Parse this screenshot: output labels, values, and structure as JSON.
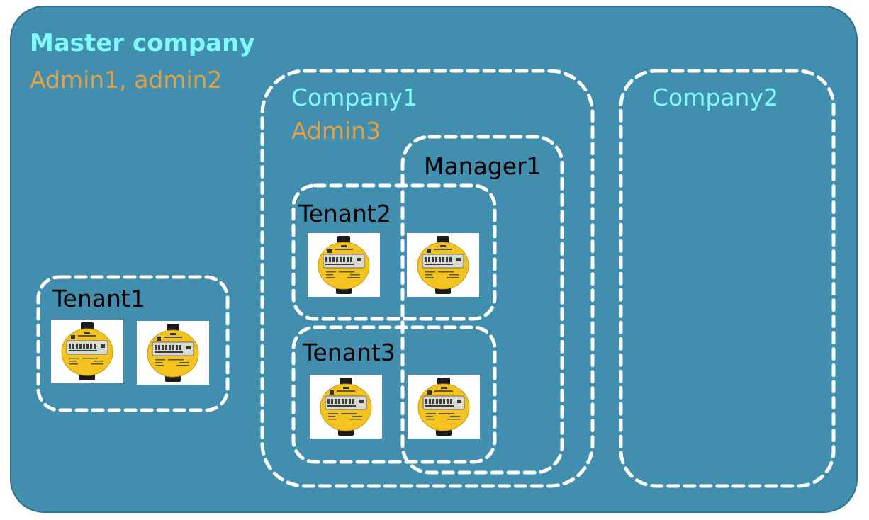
{
  "master": {
    "title": "Master company",
    "admins": "Admin1, admin2"
  },
  "company1": {
    "title": "Company1",
    "admin": "Admin3",
    "manager": "Manager1",
    "tenants": [
      "Tenant2",
      "Tenant3"
    ]
  },
  "company2": {
    "title": "Company2"
  },
  "tenant1": {
    "title": "Tenant1"
  },
  "colors": {
    "background": "#418eae",
    "title_cyan": "#7ffbff",
    "admin_orange": "#e49f45",
    "dashed_border": "#ffffff",
    "meter_body": "#f5c320"
  },
  "meter": {
    "icon": "water-meter-icon"
  }
}
